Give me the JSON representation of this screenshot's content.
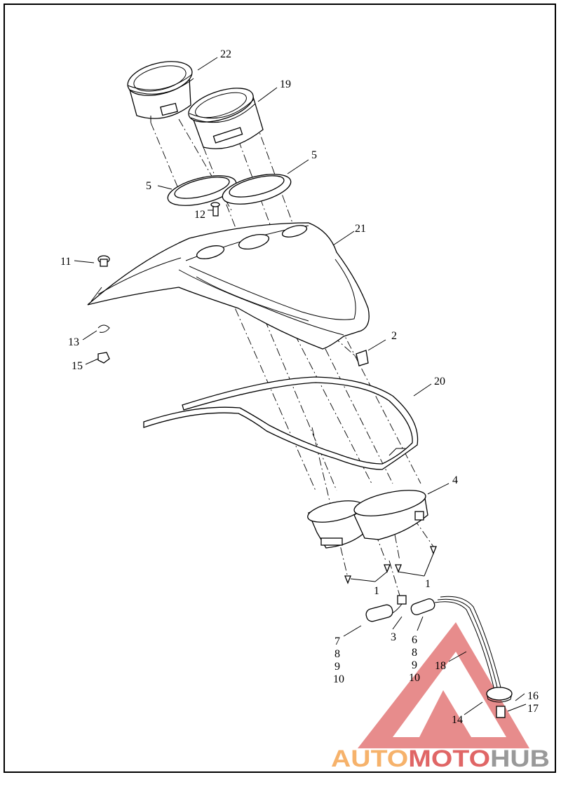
{
  "labels": {
    "p22": "22",
    "p19": "19",
    "p5a": "5",
    "p5b": "5",
    "p12": "12",
    "p21": "21",
    "p11": "11",
    "p13": "13",
    "p15": "15",
    "p2": "2",
    "p20": "20",
    "p4": "4",
    "p1a": "1",
    "p1b": "1",
    "p3": "3",
    "p7": "7",
    "p8a": "8",
    "p9a": "9",
    "p10a": "10",
    "p6": "6",
    "p8b": "8",
    "p9b": "9",
    "p10b": "10",
    "p18": "18",
    "p16": "16",
    "p17": "17",
    "p14": "14"
  },
  "watermark": {
    "part1": "AUTO",
    "part2": "MOTO",
    "part3": "HUB",
    "color1": "#f6b26b",
    "color2": "#e06666",
    "color3": "#999999",
    "logo_color": "#e06666"
  }
}
